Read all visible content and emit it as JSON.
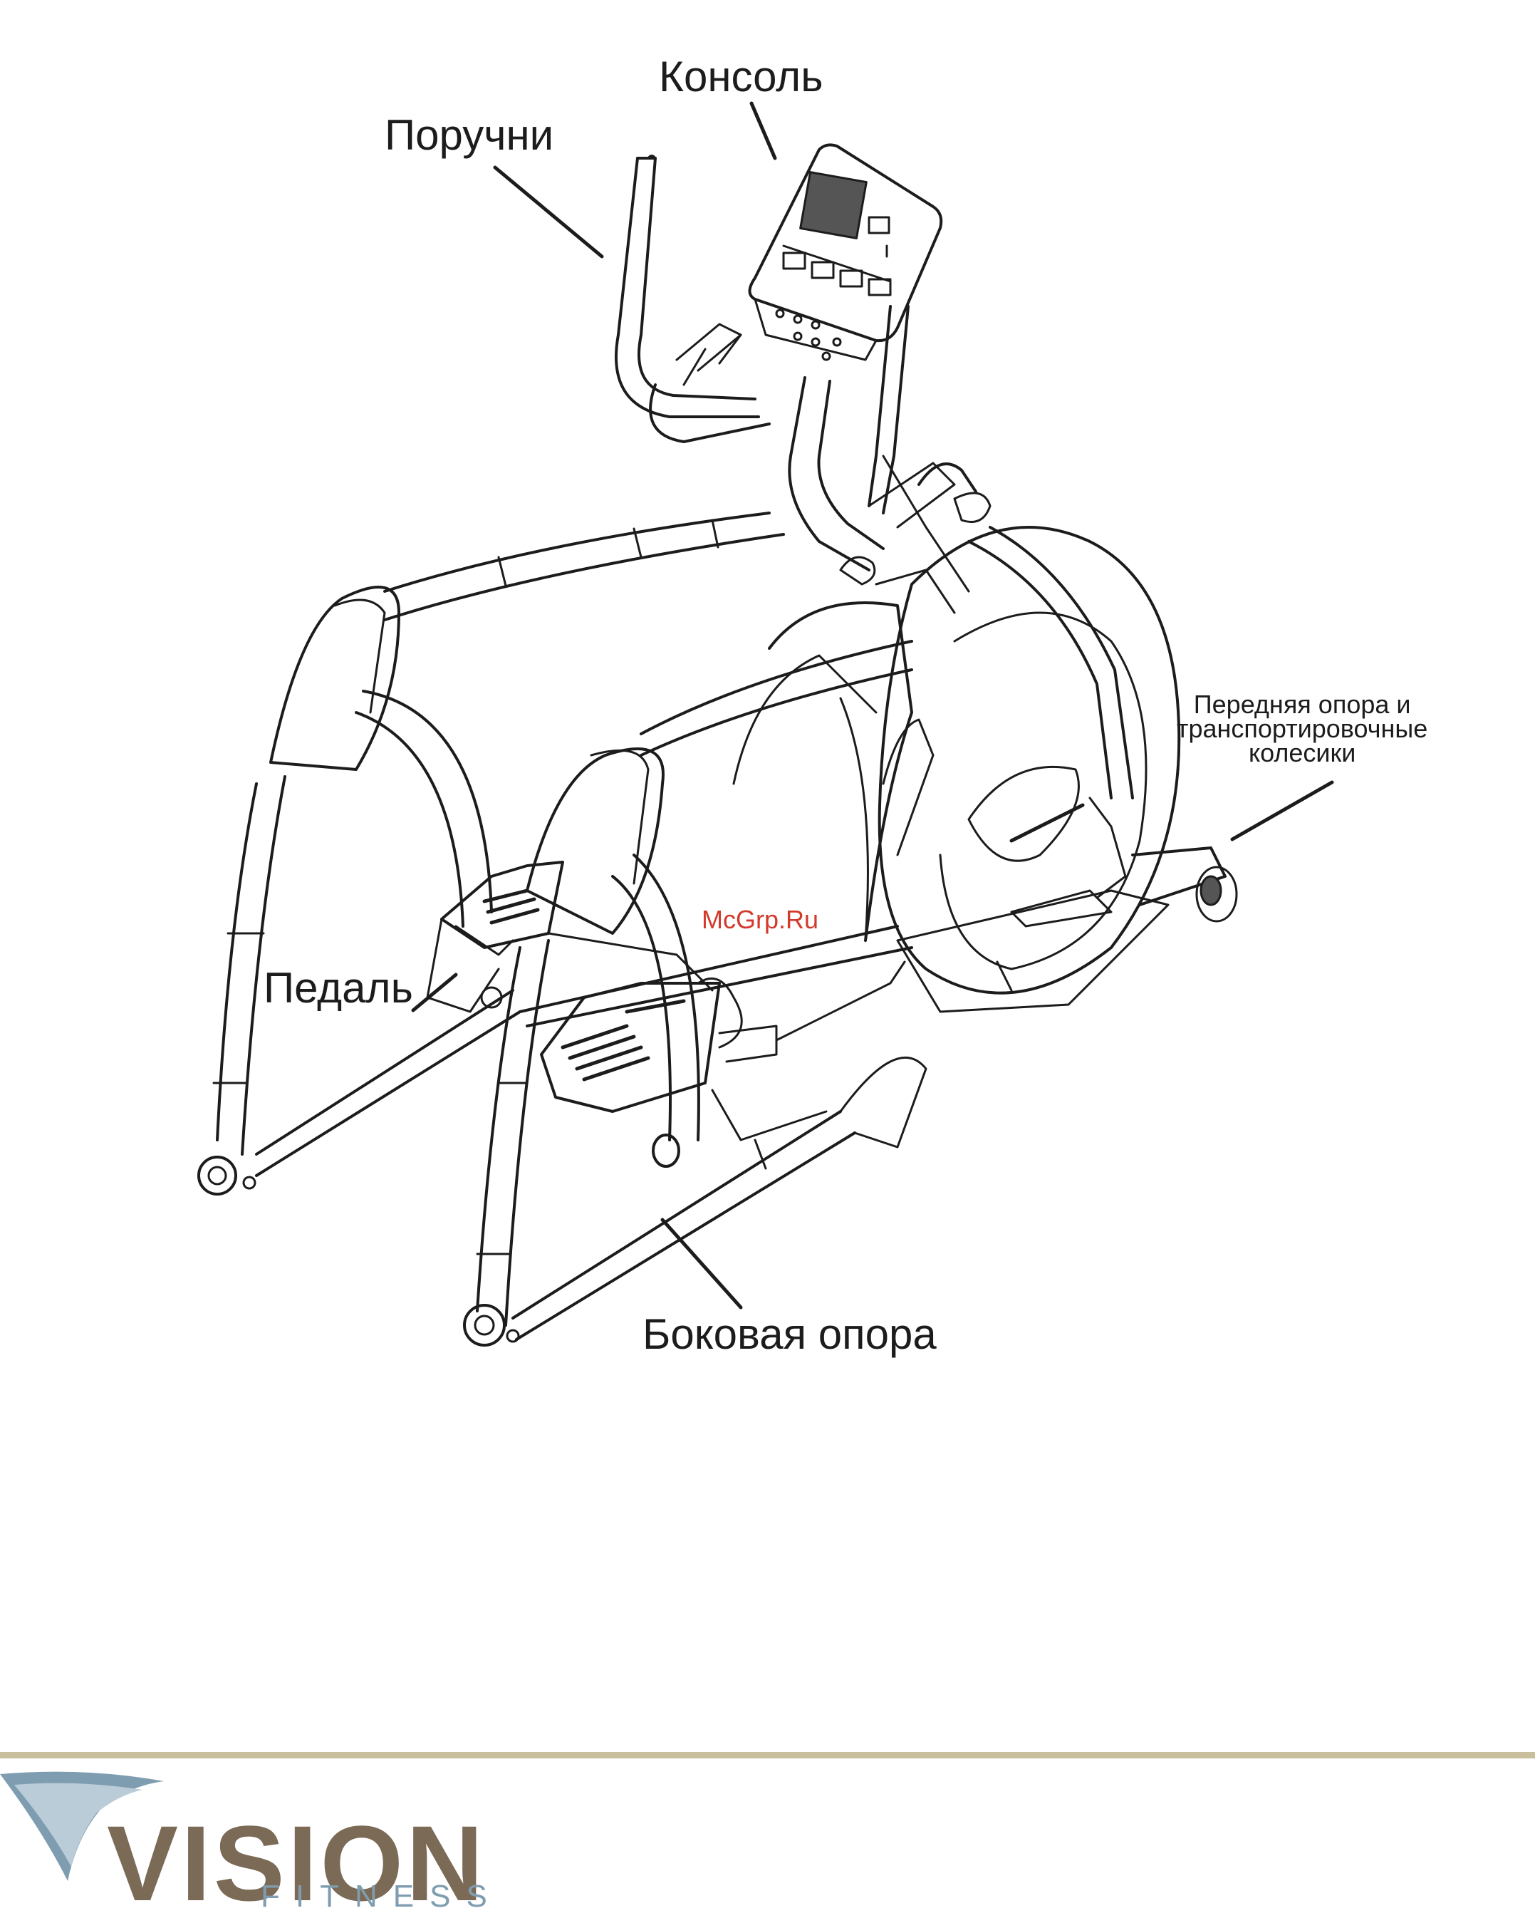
{
  "labels": {
    "console": "Консоль",
    "handrails": "Поручни",
    "front_support": [
      "Передняя опора и",
      "транспортировочные",
      "колесики"
    ],
    "pedal": "Педаль",
    "side_support": "Боковая опора"
  },
  "watermark": "McGrp.Ru",
  "logo": {
    "word": "VISION",
    "sub": "FITNESS"
  },
  "colors": {
    "line": "#1c1c1c",
    "footer_rule": "#c9bf9c",
    "logo_brown": "#7a6a56",
    "logo_blue": "#7f9db0",
    "watermark": "#d23a2c"
  }
}
